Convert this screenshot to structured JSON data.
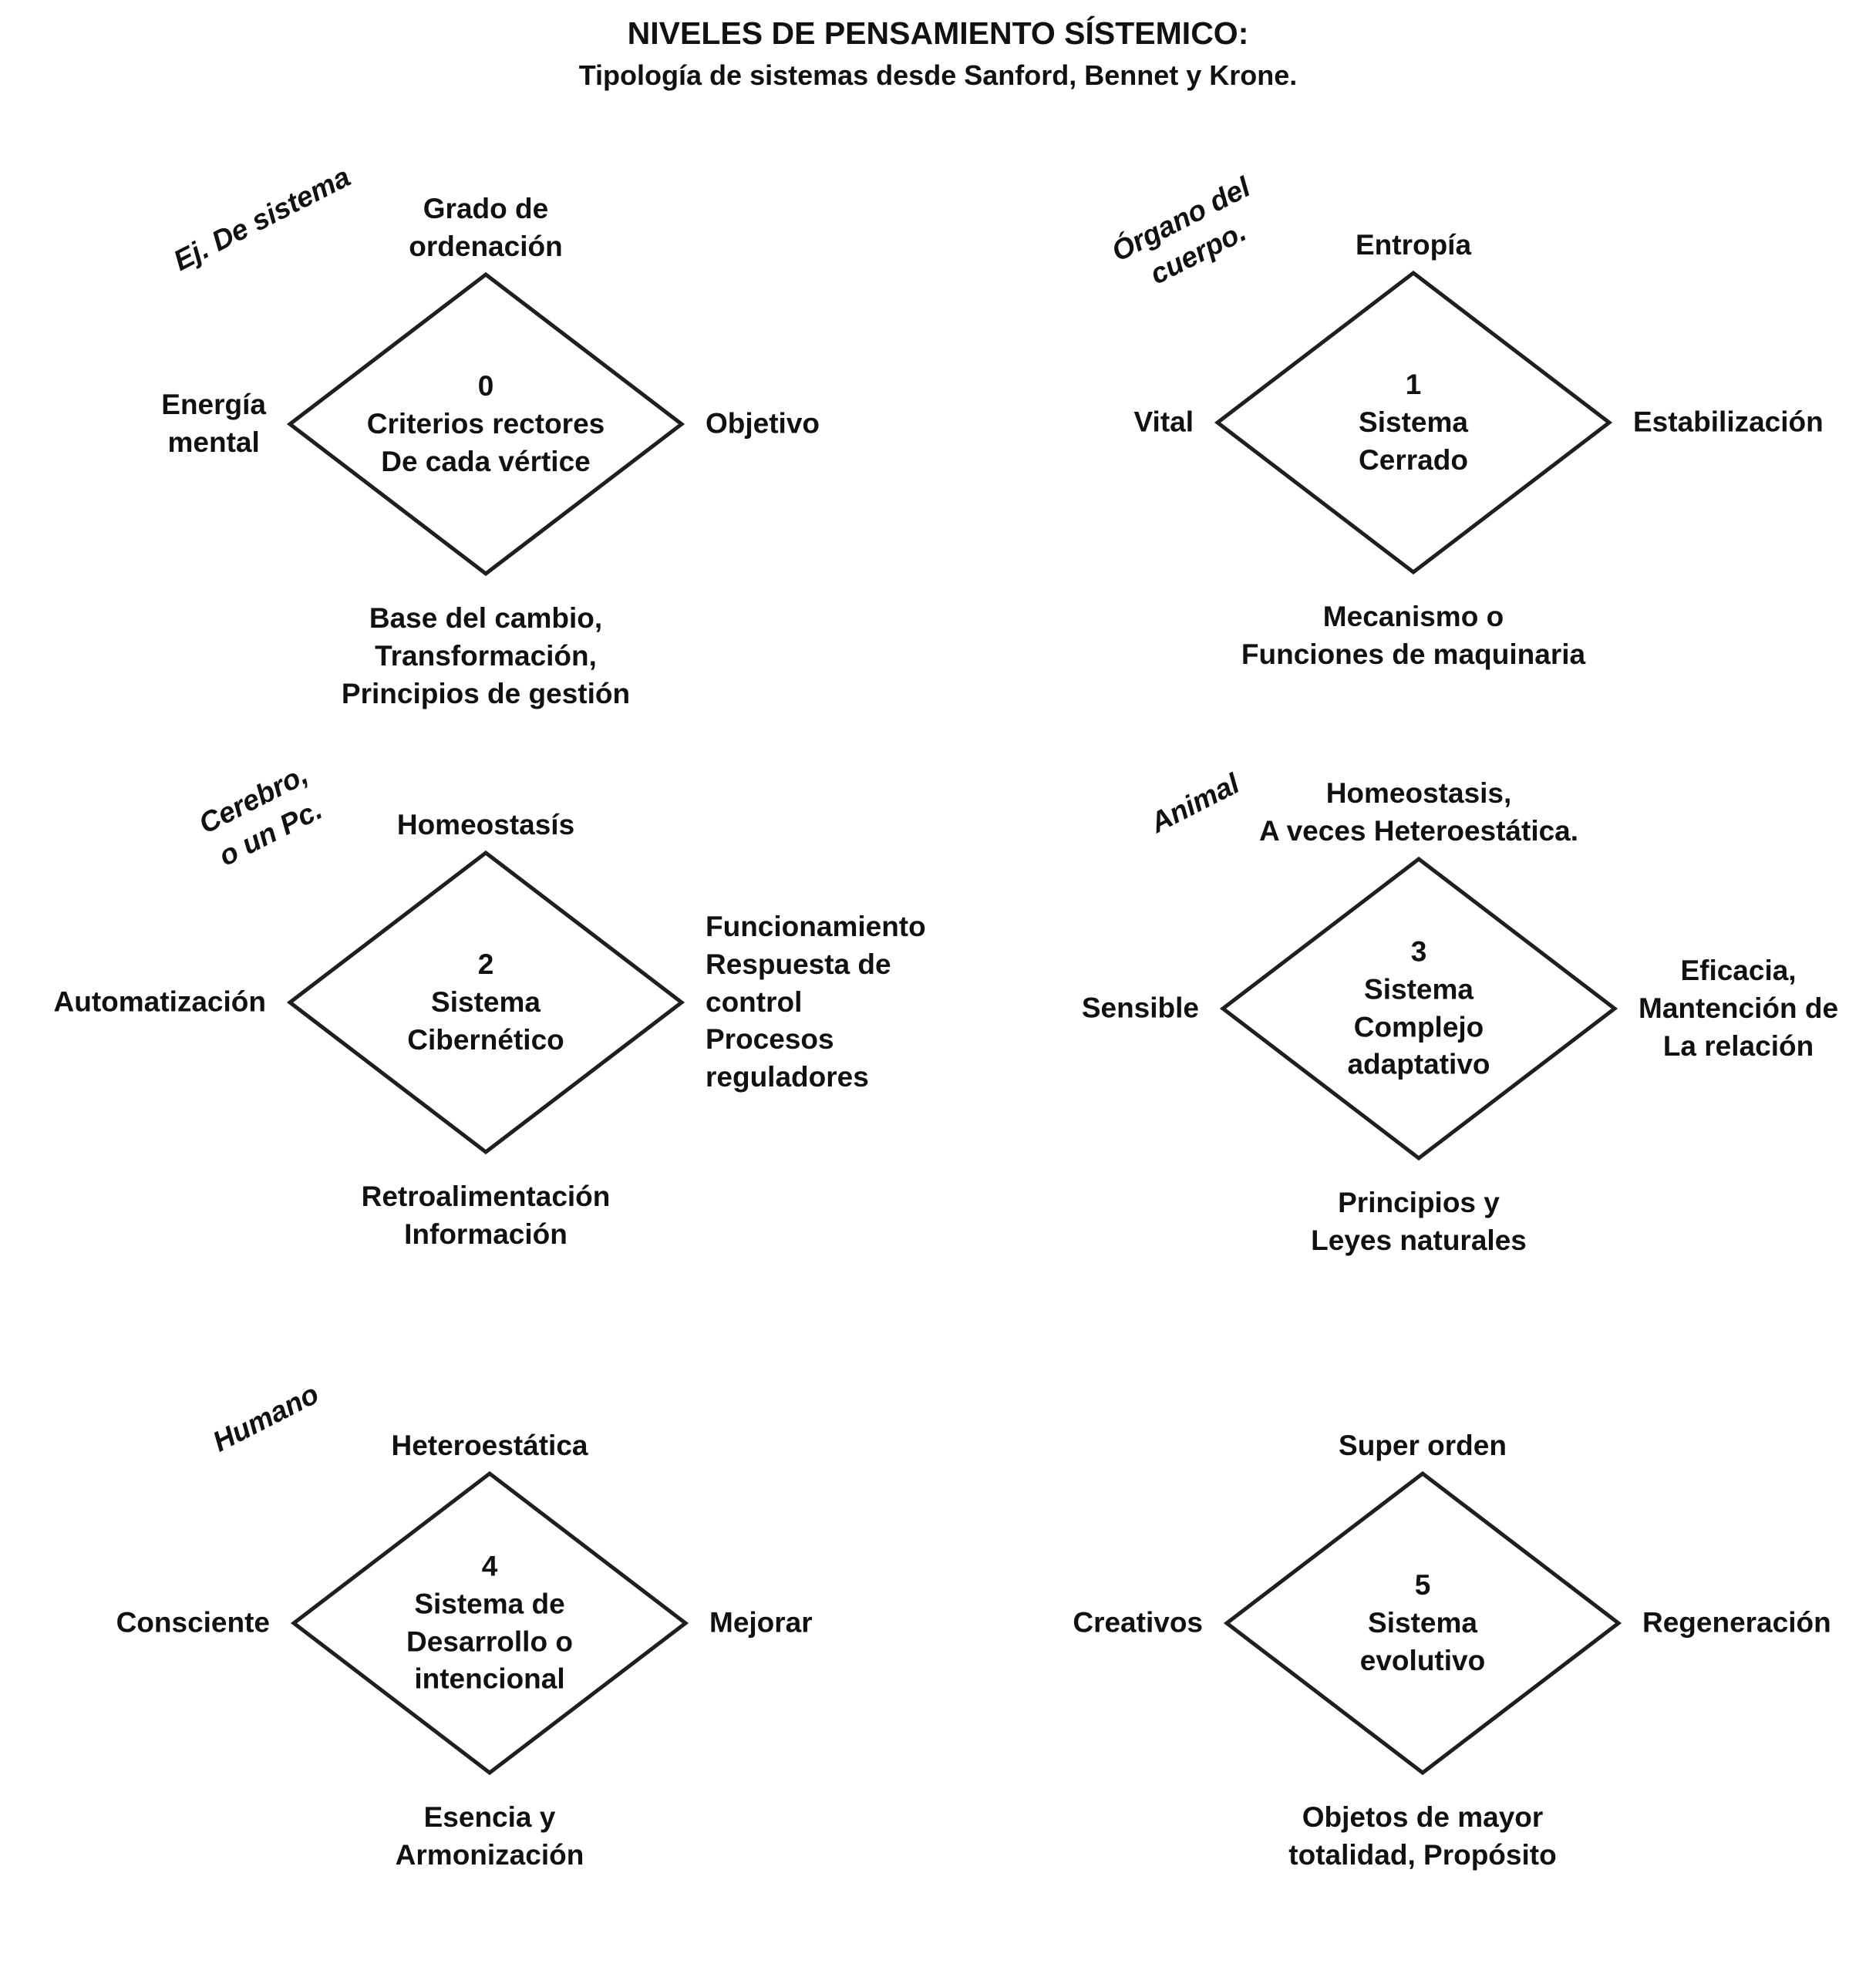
{
  "title": {
    "line1": "NIVELES DE PENSAMIENTO SÍSTEMICO:",
    "line2": "Tipología de sistemas desde Sanford, Bennet y Krone."
  },
  "colors": {
    "background": "#ffffff",
    "text": "#111111",
    "diamond_stroke": "#1f1f1f",
    "diamond_fill": "#ffffff"
  },
  "diamonds": [
    {
      "number": "0",
      "name": "Criterios rectores\nDe cada vértice",
      "example": "Ej. De sistema",
      "top": "Grado de\nordenación",
      "left": "Energía\nmental",
      "right": "Objetivo",
      "bottom": "Base del cambio,\nTransformación,\nPrincipios de gestión"
    },
    {
      "number": "1",
      "name": "Sistema\nCerrado",
      "example": "Órgano del\ncuerpo.",
      "top": "Entropía",
      "left": "Vital",
      "right": "Estabilización",
      "bottom": "Mecanismo o\nFunciones de maquinaria"
    },
    {
      "number": "2",
      "name": "Sistema\nCibernético",
      "example": "Cerebro,\no un Pc.",
      "top": "Homeostasís",
      "left": "Automatización",
      "right": "Funcionamiento\nRespuesta de control\nProcesos reguladores",
      "bottom": "Retroalimentación\nInformación"
    },
    {
      "number": "3",
      "name": "Sistema\nComplejo\nadaptativo",
      "example": "Animal",
      "top": "Homeostasis,\nA veces Heteroestática.",
      "left": "Sensible",
      "right": "Eficacia,\nMantención de\nLa relación",
      "bottom": "Principios y\nLeyes naturales"
    },
    {
      "number": "4",
      "name": "Sistema de\nDesarrollo o\nintencional",
      "example": "Humano",
      "top": "Heteroestática",
      "left": "Consciente",
      "right": "Mejorar",
      "bottom": "Esencia y\nArmonización"
    },
    {
      "number": "5",
      "name": "Sistema\nevolutivo",
      "example": "",
      "top": "Super orden",
      "left": "Creativos",
      "right": "Regeneración",
      "bottom": "Objetos de mayor\ntotalidad, Propósito"
    }
  ]
}
